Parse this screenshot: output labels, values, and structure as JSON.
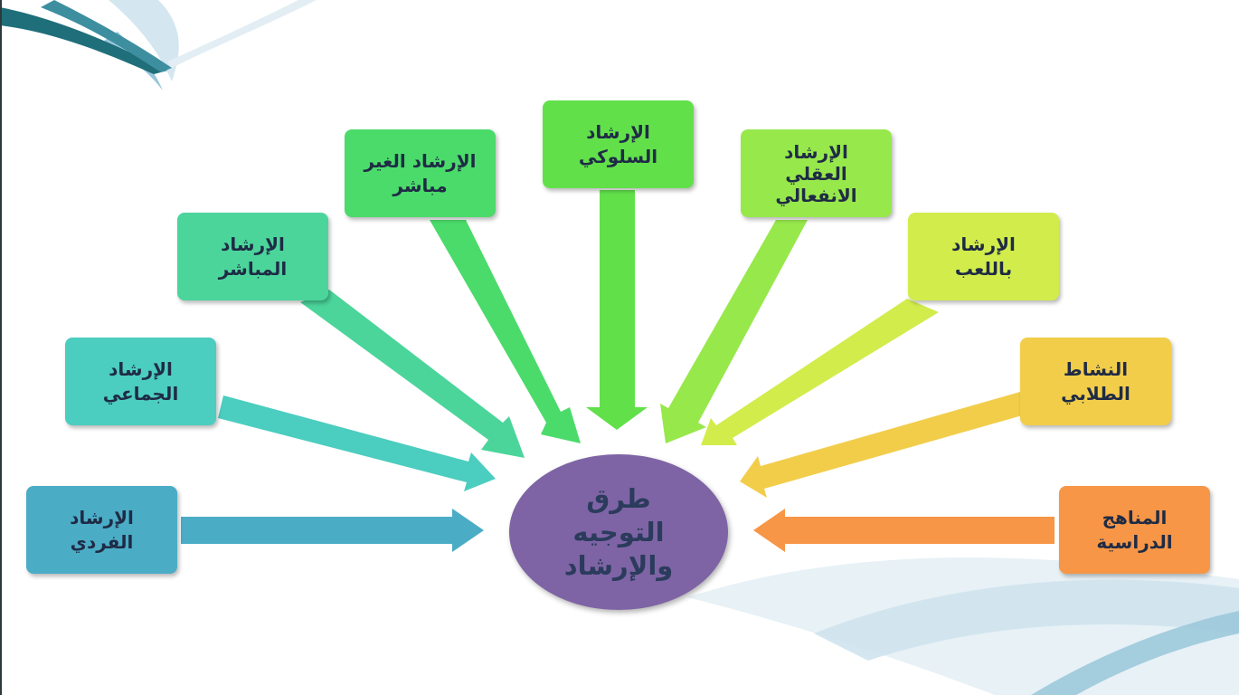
{
  "center": {
    "lines": [
      "طرق",
      "التوجيه",
      "والإرشاد"
    ],
    "color": "#7e64a5"
  },
  "methods": [
    {
      "id": "individual",
      "lines": [
        "الإرشاد",
        "الفردي"
      ],
      "color": "#4bacc6"
    },
    {
      "id": "group",
      "lines": [
        "الإرشاد",
        "الجماعي"
      ],
      "color": "#4bcdbf"
    },
    {
      "id": "direct",
      "lines": [
        "الإرشاد",
        "المباشر"
      ],
      "color": "#4bd59b"
    },
    {
      "id": "indirect",
      "lines": [
        "الإرشاد الغير",
        "مباشر"
      ],
      "color": "#4bdb6a"
    },
    {
      "id": "behavioral",
      "lines": [
        "الإرشاد",
        "السلوكي"
      ],
      "color": "#61e04a"
    },
    {
      "id": "rational-emotive",
      "lines": [
        "الإرشاد",
        "العقلي",
        "الانفعالي"
      ],
      "color": "#97e84b"
    },
    {
      "id": "play",
      "lines": [
        "الإرشاد",
        "باللعب"
      ],
      "color": "#d2ec4b"
    },
    {
      "id": "student-activity",
      "lines": [
        "النشاط",
        "الطلابي"
      ],
      "color": "#f2cd4a"
    },
    {
      "id": "curricula",
      "lines": [
        "المناهج",
        "الدراسية"
      ],
      "color": "#f79646"
    }
  ]
}
